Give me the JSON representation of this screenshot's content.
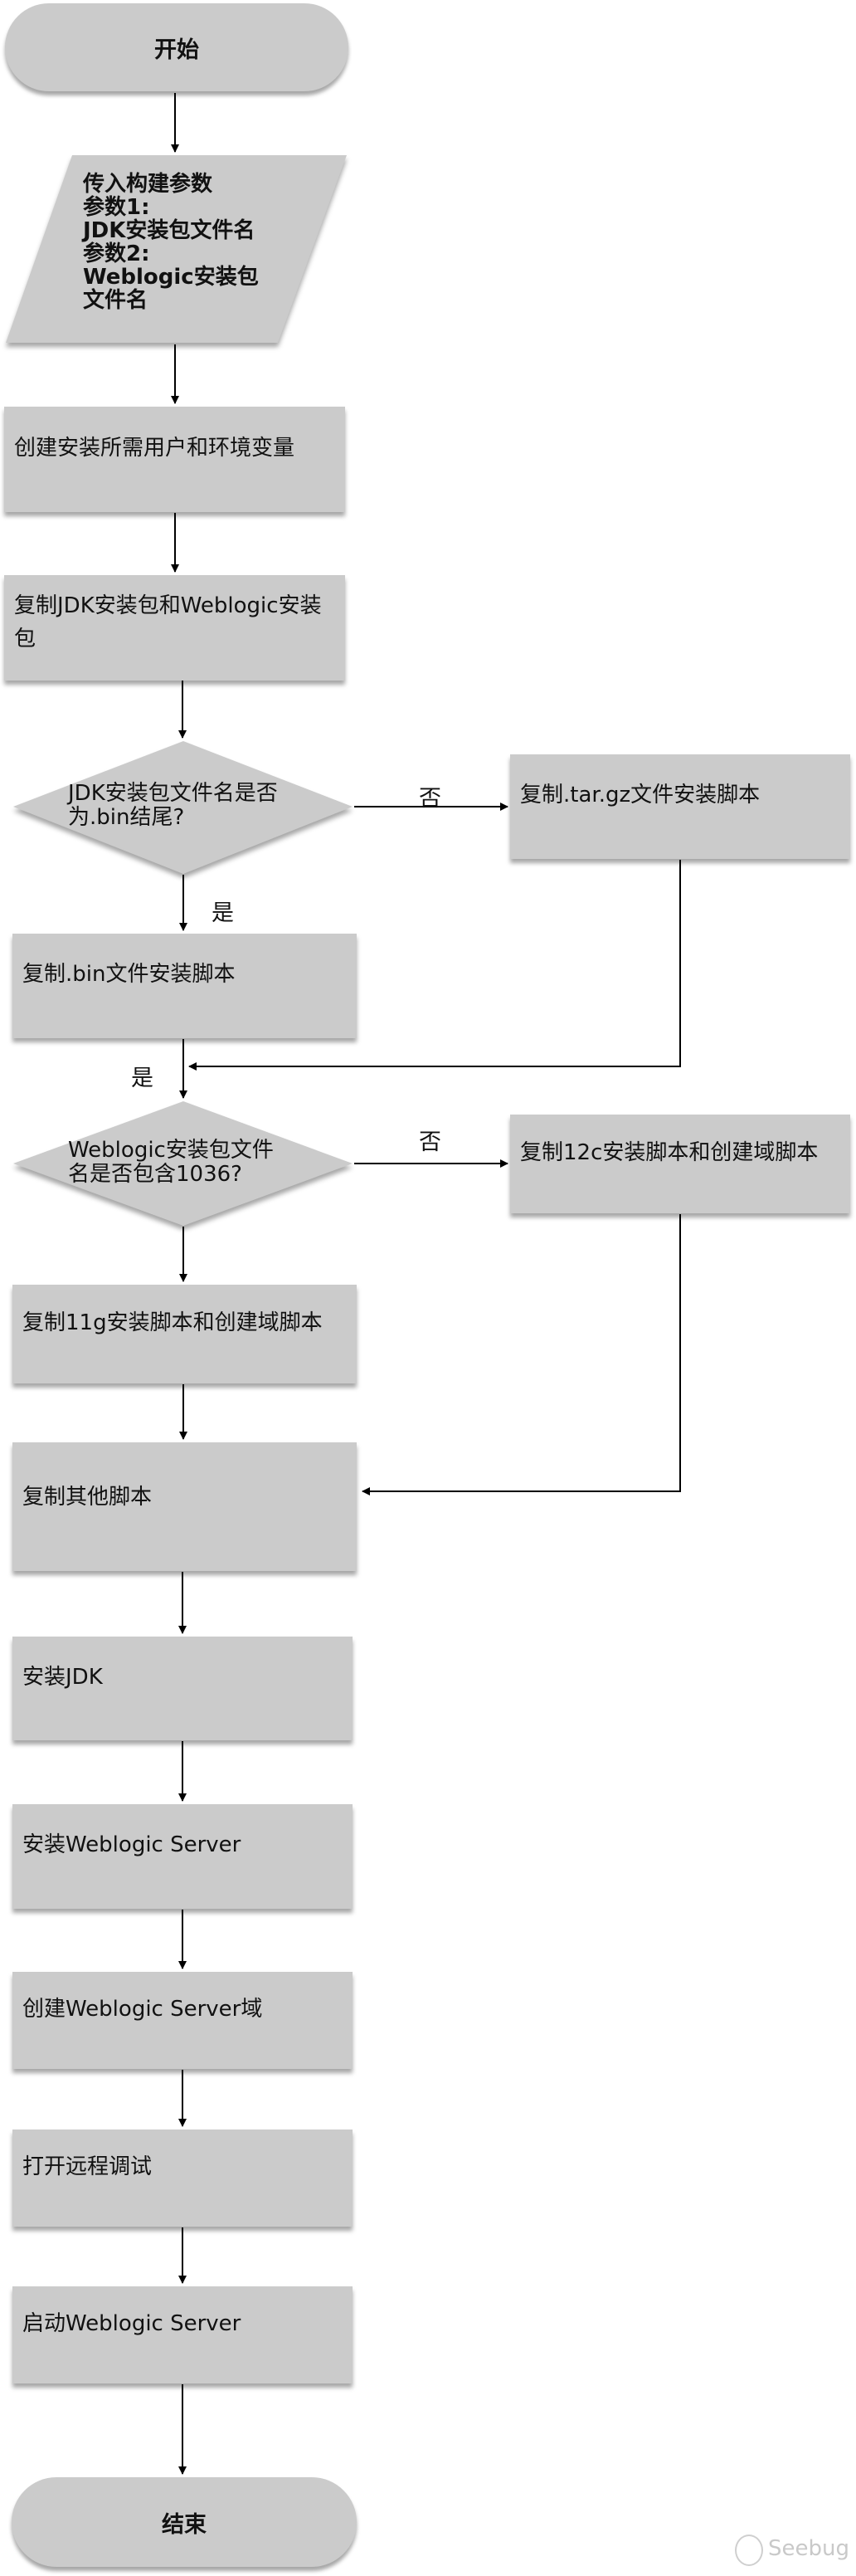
{
  "diagram": {
    "start": "开始",
    "input": "传入构建参数\n参数1:\nJDK安装包文件名\n参数2:\nWeblogic安装包\n文件名",
    "step_create_user_env": "创建安装所需用户和环境变量",
    "step_copy_packages": "复制JDK安装包和Weblogic安装包",
    "decision_jdk": "JDK安装包文件名是否\n为.bin结尾?",
    "step_copy_targz": "复制.tar.gz文件安装脚本",
    "step_copy_bin": "复制.bin文件安装脚本",
    "decision_weblogic": "Weblogic安装包文件\n名是否包含1036?",
    "step_copy_12c": "复制12c安装脚本和创建域脚本",
    "step_copy_11g": "复制11g安装脚本和创建域脚本",
    "step_copy_other": "复制其他脚本",
    "step_install_jdk": "安装JDK",
    "step_install_wls": "安装Weblogic Server",
    "step_create_domain": "创建Weblogic Server域",
    "step_remote_debug": "打开远程调试",
    "step_start_wls": "启动Weblogic Server",
    "end": "结束",
    "labels": {
      "no_1": "否",
      "yes_1": "是",
      "yes_merge": "是",
      "no_2": "否"
    }
  },
  "watermark": "Seebug"
}
